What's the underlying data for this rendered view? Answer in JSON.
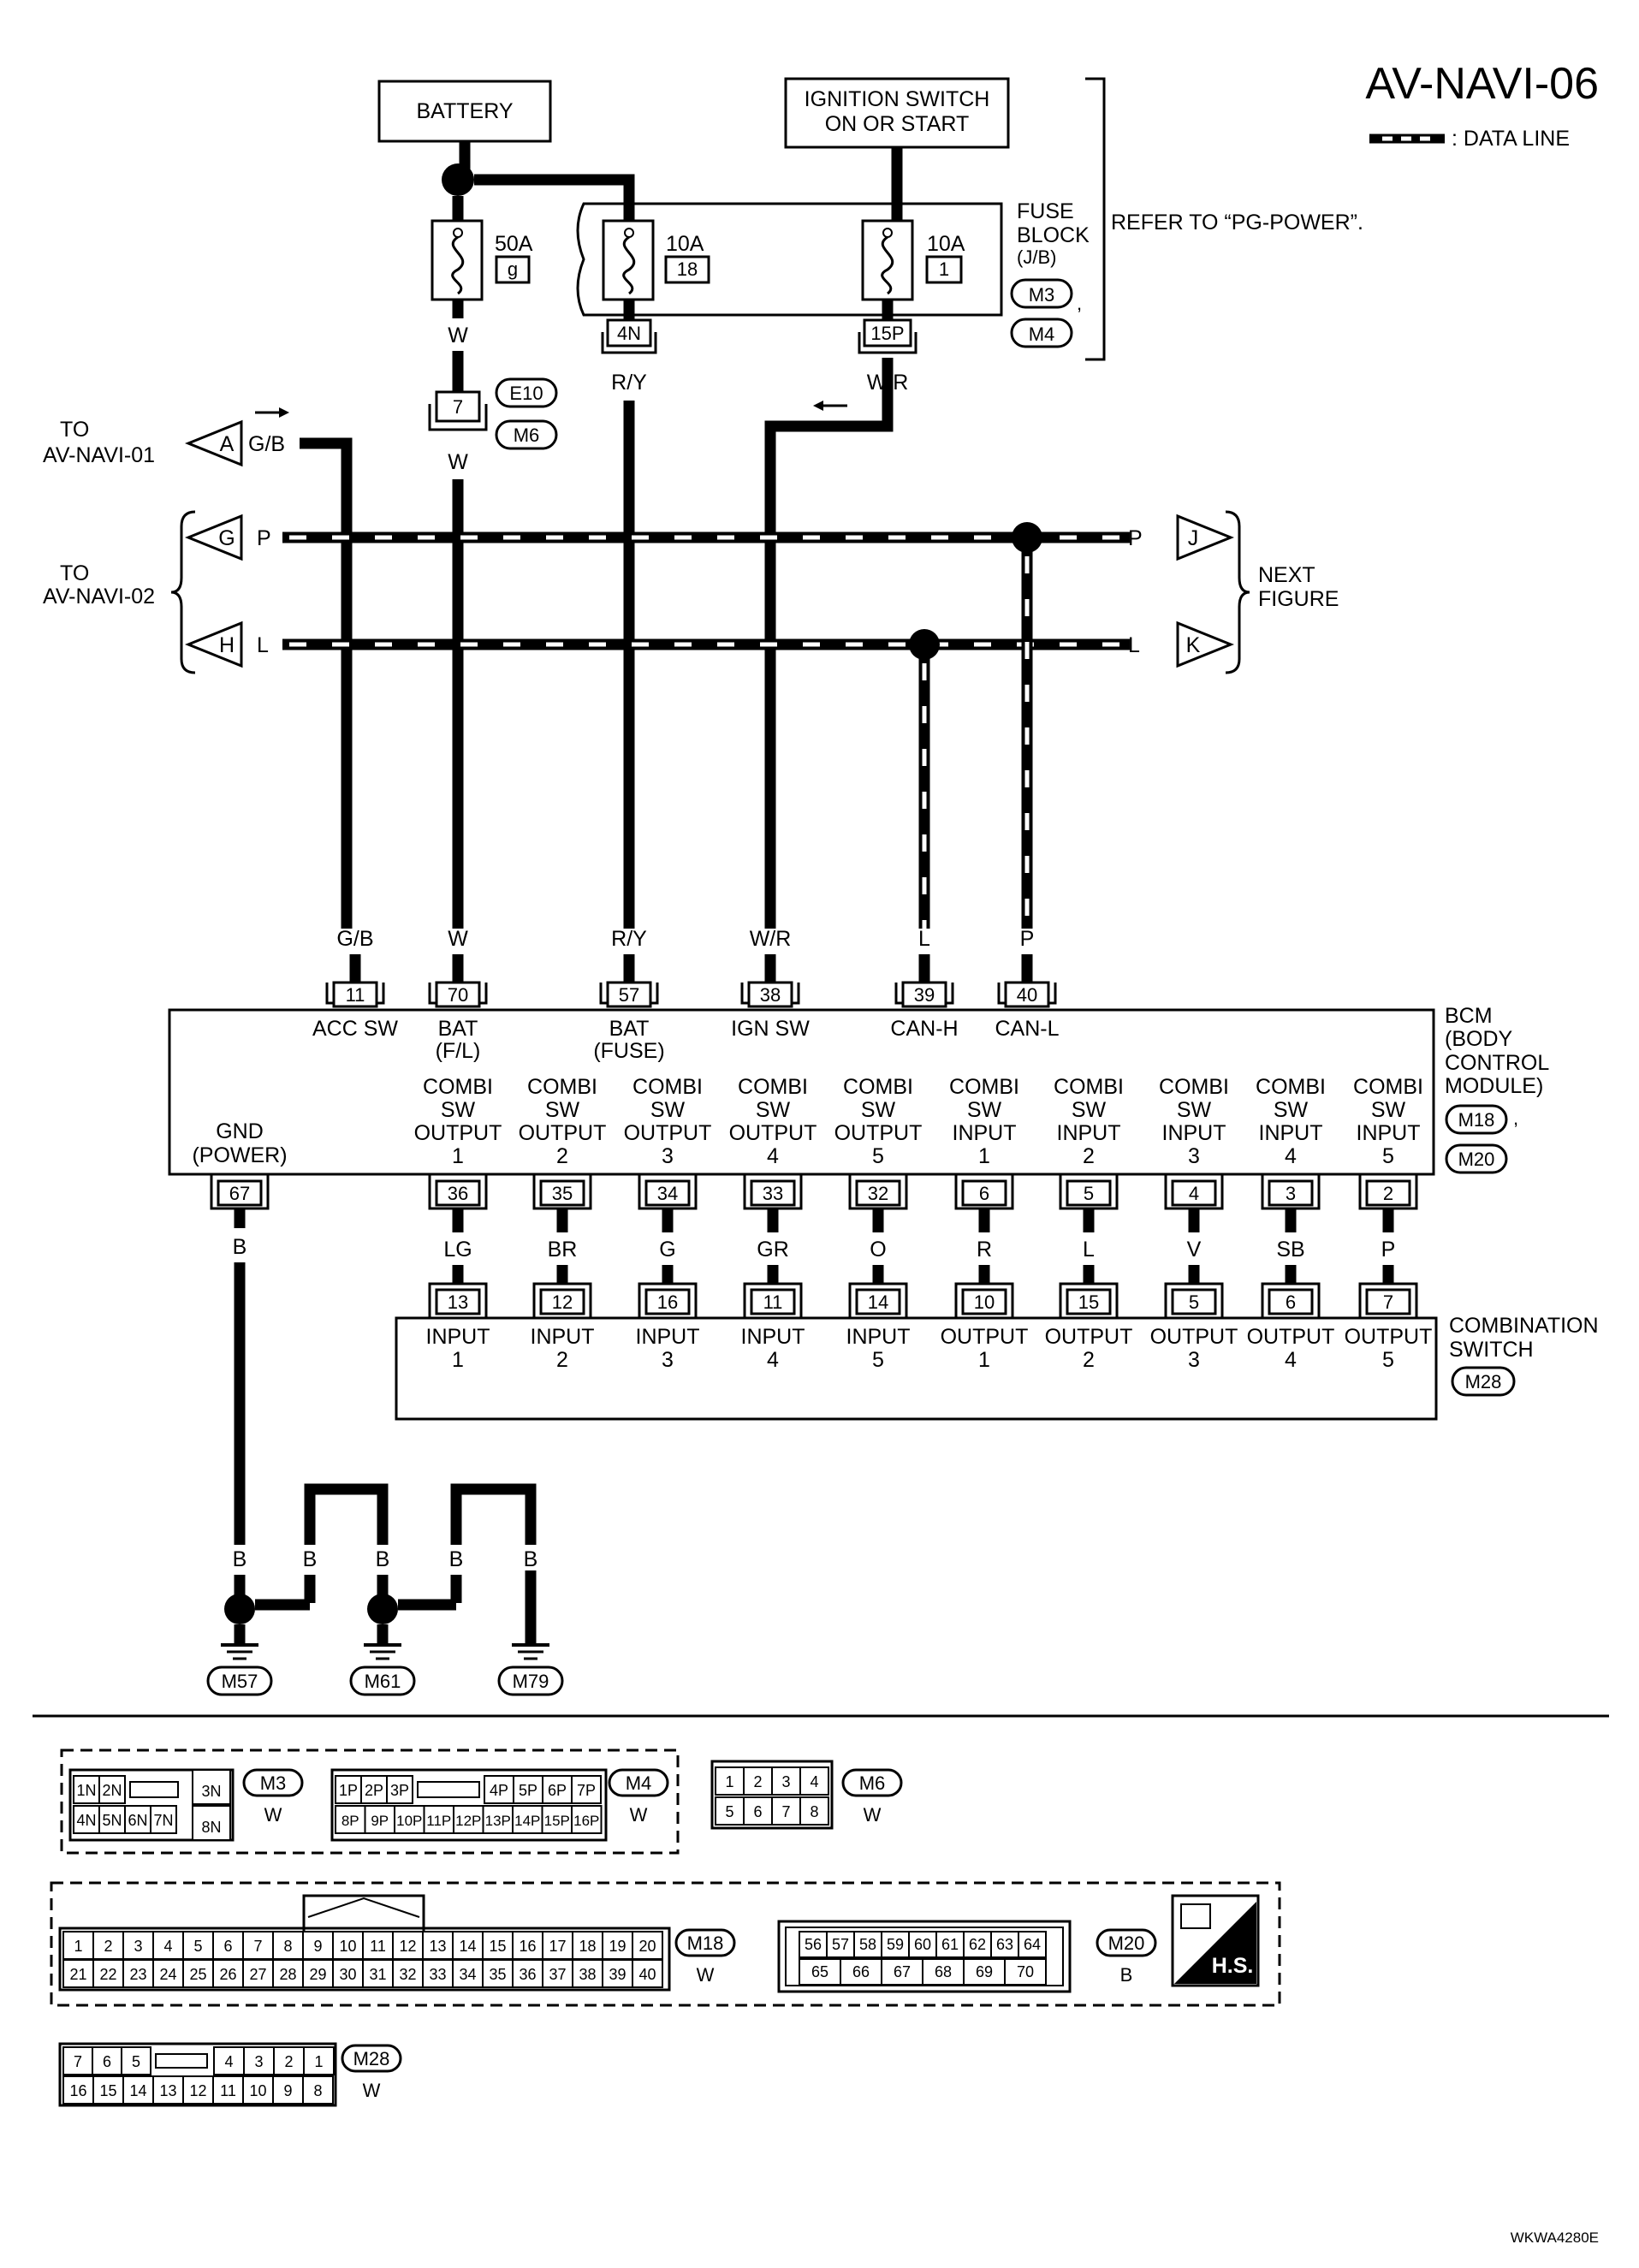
{
  "title": "AV-NAVI-06",
  "legend": {
    "data_line": ": DATA LINE"
  },
  "sources": {
    "battery": "BATTERY",
    "ignition": [
      "IGNITION SWITCH",
      "ON OR START"
    ]
  },
  "fuses": [
    {
      "rating": "50A",
      "number": "g",
      "out_pin": ""
    },
    {
      "rating": "10A",
      "number": "18",
      "out_pin": "4N"
    },
    {
      "rating": "10A",
      "number": "1",
      "out_pin": "15P"
    }
  ],
  "fuse_block": {
    "name": [
      "FUSE",
      "BLOCK",
      "(J/B)"
    ],
    "connectors": [
      "M3",
      "M4"
    ],
    "refer": "REFER TO “PG-POWER”."
  },
  "joint": {
    "pin": "7",
    "connectors": [
      "E10",
      "M6"
    ]
  },
  "offpage": {
    "to_navi01": [
      "TO",
      "AV-NAVI-01"
    ],
    "to_navi02": [
      "TO",
      "AV-NAVI-02"
    ],
    "next_figure": [
      "NEXT",
      "FIGURE"
    ],
    "A": "A",
    "G": "G",
    "H": "H",
    "J": "J",
    "K": "K"
  },
  "wire_colors": {
    "fuse50_out": "W",
    "after_joint": "W",
    "fuse18_out": "R/Y",
    "fuse1_out": "W/R",
    "acc": "G/B",
    "data_p": "P",
    "data_l": "L",
    "bcm_11": "G/B",
    "bcm_70": "W",
    "bcm_57": "R/Y",
    "bcm_38": "W/R",
    "bcm_39": "L",
    "bcm_40": "P",
    "gnd": "B",
    "gnd_b1": "B",
    "gnd_b2": "B",
    "gnd_b3": "B",
    "gnd_b4": "B",
    "gnd_b5": "B"
  },
  "bcm": {
    "name": [
      "BCM",
      "(BODY",
      "CONTROL",
      "MODULE)"
    ],
    "connectors": [
      "M18",
      "M20"
    ],
    "top_pins": [
      {
        "pin": "11",
        "label": [
          "ACC SW"
        ]
      },
      {
        "pin": "70",
        "label": [
          "BAT",
          "(F/L)"
        ]
      },
      {
        "pin": "57",
        "label": [
          "BAT",
          "(FUSE)"
        ]
      },
      {
        "pin": "38",
        "label": [
          "IGN SW"
        ]
      },
      {
        "pin": "39",
        "label": [
          "CAN-H"
        ]
      },
      {
        "pin": "40",
        "label": [
          "CAN-L"
        ]
      }
    ],
    "gnd": {
      "pin": "67",
      "label": [
        "GND",
        "(POWER)"
      ]
    },
    "combi": [
      {
        "pin": "36",
        "label": [
          "COMBI",
          "SW",
          "OUTPUT",
          "1"
        ],
        "color": "LG"
      },
      {
        "pin": "35",
        "label": [
          "COMBI",
          "SW",
          "OUTPUT",
          "2"
        ],
        "color": "BR"
      },
      {
        "pin": "34",
        "label": [
          "COMBI",
          "SW",
          "OUTPUT",
          "3"
        ],
        "color": "G"
      },
      {
        "pin": "33",
        "label": [
          "COMBI",
          "SW",
          "OUTPUT",
          "4"
        ],
        "color": "GR"
      },
      {
        "pin": "32",
        "label": [
          "COMBI",
          "SW",
          "OUTPUT",
          "5"
        ],
        "color": "O"
      },
      {
        "pin": "6",
        "label": [
          "COMBI",
          "SW",
          "INPUT",
          "1"
        ],
        "color": "R"
      },
      {
        "pin": "5",
        "label": [
          "COMBI",
          "SW",
          "INPUT",
          "2"
        ],
        "color": "L"
      },
      {
        "pin": "4",
        "label": [
          "COMBI",
          "SW",
          "INPUT",
          "3"
        ],
        "color": "V"
      },
      {
        "pin": "3",
        "label": [
          "COMBI",
          "SW",
          "INPUT",
          "4"
        ],
        "color": "SB"
      },
      {
        "pin": "2",
        "label": [
          "COMBI",
          "SW",
          "INPUT",
          "5"
        ],
        "color": "P"
      }
    ]
  },
  "combination_switch": {
    "name": [
      "COMBINATION",
      "SWITCH"
    ],
    "connector": "M28",
    "pins": [
      {
        "pin": "13",
        "label": [
          "INPUT",
          "1"
        ]
      },
      {
        "pin": "12",
        "label": [
          "INPUT",
          "2"
        ]
      },
      {
        "pin": "16",
        "label": [
          "INPUT",
          "3"
        ]
      },
      {
        "pin": "11",
        "label": [
          "INPUT",
          "4"
        ]
      },
      {
        "pin": "14",
        "label": [
          "INPUT",
          "5"
        ]
      },
      {
        "pin": "10",
        "label": [
          "OUTPUT",
          "1"
        ]
      },
      {
        "pin": "15",
        "label": [
          "OUTPUT",
          "2"
        ]
      },
      {
        "pin": "5",
        "label": [
          "OUTPUT",
          "3"
        ]
      },
      {
        "pin": "6",
        "label": [
          "OUTPUT",
          "4"
        ]
      },
      {
        "pin": "7",
        "label": [
          "OUTPUT",
          "5"
        ]
      }
    ]
  },
  "grounds": [
    "M57",
    "M61",
    "M79"
  ],
  "connector_faces": {
    "m3": {
      "name": "M3",
      "color": "W",
      "row1": [
        "1N",
        "2N"
      ],
      "row2": [
        "4N",
        "5N",
        "6N",
        "7N"
      ],
      "side": [
        "3N",
        "8N"
      ]
    },
    "m4": {
      "name": "M4",
      "color": "W",
      "row1": [
        "1P",
        "2P",
        "3P",
        "4P",
        "5P",
        "6P",
        "7P"
      ],
      "row2": [
        "8P",
        "9P",
        "10P",
        "11P",
        "12P",
        "13P",
        "14P",
        "15P",
        "16P"
      ]
    },
    "m6": {
      "name": "M6",
      "color": "W",
      "row1": [
        "1",
        "2",
        "3",
        "4"
      ],
      "row2": [
        "5",
        "6",
        "7",
        "8"
      ]
    },
    "m18": {
      "name": "M18",
      "color": "W",
      "row1": [
        "1",
        "2",
        "3",
        "4",
        "5",
        "6",
        "7",
        "8",
        "9",
        "10",
        "11",
        "12",
        "13",
        "14",
        "15",
        "16",
        "17",
        "18",
        "19",
        "20"
      ],
      "row2": [
        "21",
        "22",
        "23",
        "24",
        "25",
        "26",
        "27",
        "28",
        "29",
        "30",
        "31",
        "32",
        "33",
        "34",
        "35",
        "36",
        "37",
        "38",
        "39",
        "40"
      ]
    },
    "m20": {
      "name": "M20",
      "color": "B",
      "row1": [
        "56",
        "57",
        "58",
        "59",
        "60",
        "61",
        "62",
        "63",
        "64"
      ],
      "row2": [
        "65",
        "66",
        "67",
        "68",
        "69",
        "70"
      ]
    },
    "m28": {
      "name": "M28",
      "color": "W",
      "row1": [
        "7",
        "6",
        "5",
        "4",
        "3",
        "2",
        "1"
      ],
      "row2": [
        "16",
        "15",
        "14",
        "13",
        "12",
        "11",
        "10",
        "9",
        "8"
      ]
    }
  },
  "hs_badge": "H.S.",
  "footer_code": "WKWA4280E"
}
